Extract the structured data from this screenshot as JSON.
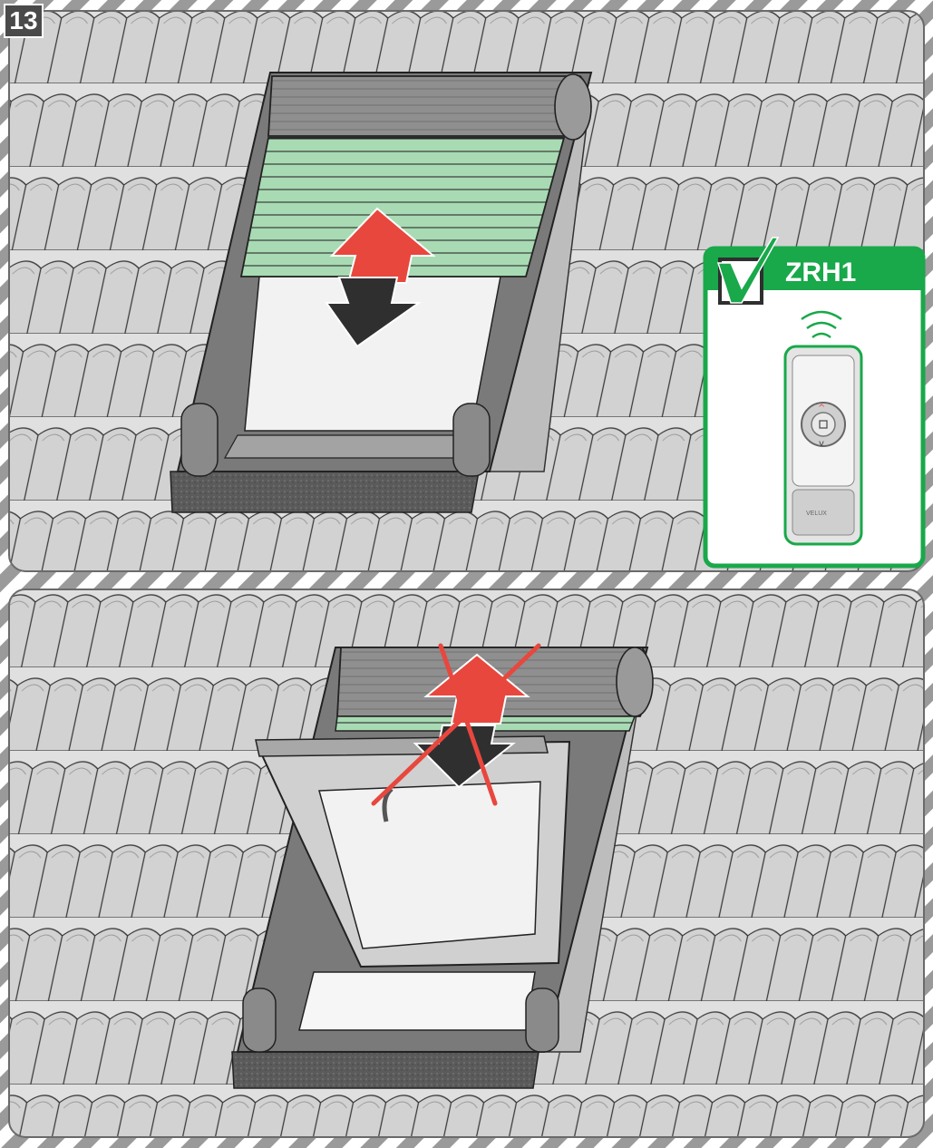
{
  "step": {
    "number": "13"
  },
  "callout": {
    "title": "ZRH1",
    "checkbox": "checked",
    "remote_brand_text": "VELUX",
    "buttons": [
      "up",
      "stop",
      "down"
    ]
  },
  "panels": [
    {
      "id": "top",
      "status": "allowed",
      "shutter": "partially-lowered",
      "arrows": [
        "up",
        "down"
      ]
    },
    {
      "id": "bottom",
      "status": "not-allowed",
      "shutter": "raised",
      "window": "open",
      "arrows": [
        "up",
        "down"
      ],
      "cross": "red-x"
    }
  ],
  "colors": {
    "green": "#19a84a",
    "shutter_green": "#a8dbb3",
    "arrow_red": "#e8473e",
    "arrow_dark": "#2f2f2f",
    "tile": "#d6d6d6",
    "frame": "#6e6e6e",
    "hazard_stripe": "#9a9a9a"
  }
}
